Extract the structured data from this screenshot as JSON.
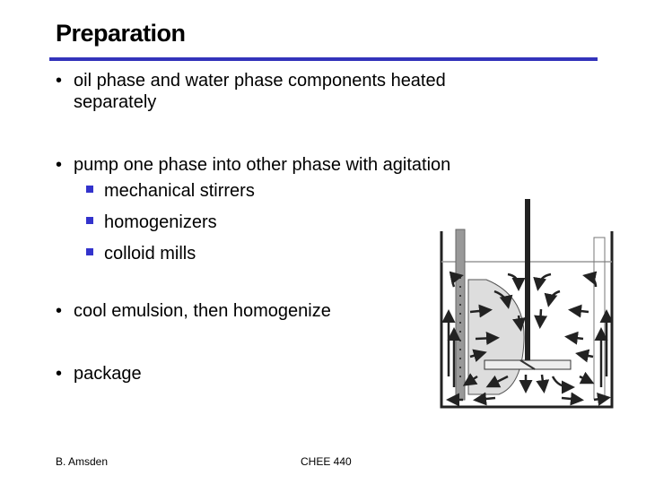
{
  "slide": {
    "title": "Preparation",
    "accent_color": "#3333bb",
    "bullets": [
      {
        "text": "oil phase and water phase components heated",
        "text2": "separately"
      },
      {
        "text": "pump one phase into other phase with agitation",
        "sub": [
          "mechanical stirrers",
          "homogenizers",
          "colloid mills"
        ]
      },
      {
        "text": "cool emulsion, then homogenize"
      },
      {
        "text": "package"
      }
    ],
    "bullet_glyph": "•",
    "figure": {
      "description": "stirred tank with impeller, baffles and flow arrows"
    },
    "footer": {
      "left": "B. Amsden",
      "center": "CHEE 440"
    }
  }
}
